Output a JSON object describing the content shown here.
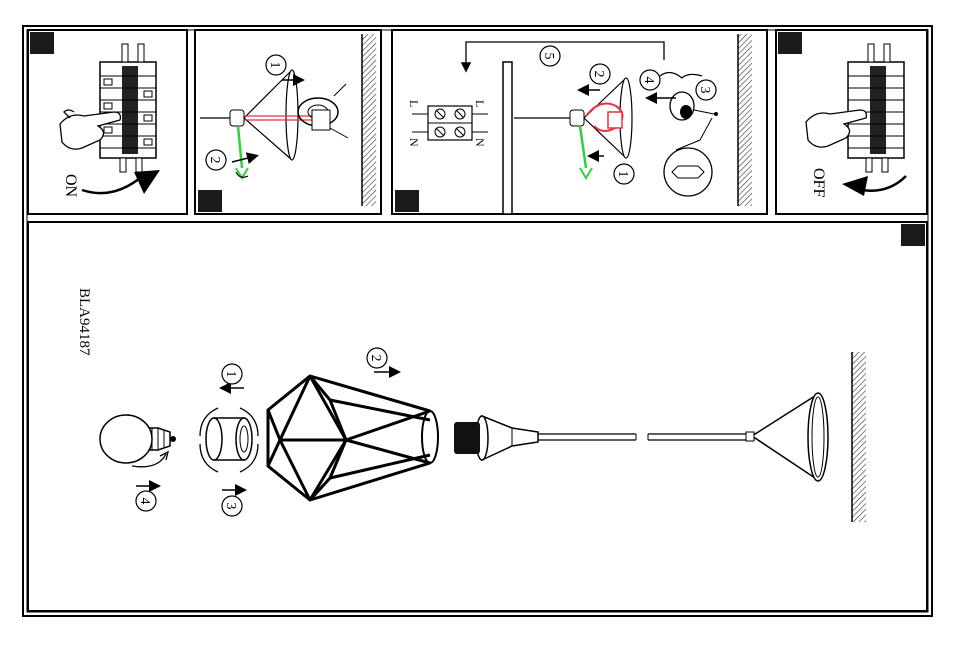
{
  "panels": {
    "on": {
      "label": "ON"
    },
    "off": {
      "label": "OFF"
    },
    "remove_shade": {
      "step1": "1",
      "step2": "2"
    },
    "wiring": {
      "step1": "1",
      "step2": "2",
      "step3": "3",
      "step4": "4",
      "step5": "5",
      "terminal_left_top": "L",
      "terminal_left_bottom": "N",
      "terminal_right_top": "L",
      "terminal_right_bottom": "N"
    }
  },
  "assembly": {
    "model": "BLA94187",
    "step1": "1",
    "step2": "2",
    "step3": "3",
    "step4": "4"
  },
  "colors": {
    "line": "#000000",
    "wire_red": "#e8323c",
    "wire_green": "#2fd13f",
    "hatch": "#555555"
  }
}
